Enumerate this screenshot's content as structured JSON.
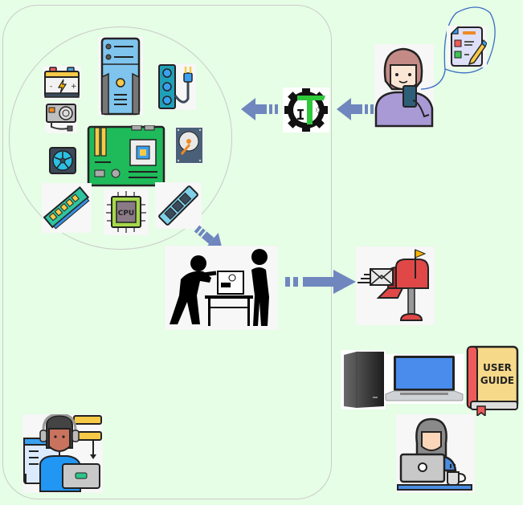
{
  "diagram": {
    "title": "",
    "colors": {
      "background": "#e6fde6",
      "arrow": "#6f86bf",
      "container_border": "#c9cdc9",
      "loop": "#3a6cc4"
    },
    "hardware_group": {
      "components": [
        {
          "id": "battery",
          "icon": "battery-icon"
        },
        {
          "id": "pc-tower",
          "icon": "pc-tower-icon"
        },
        {
          "id": "power-strip",
          "icon": "power-strip-icon"
        },
        {
          "id": "power-supply",
          "icon": "power-supply-icon"
        },
        {
          "id": "motherboard",
          "icon": "motherboard-icon"
        },
        {
          "id": "hard-drive",
          "icon": "hard-drive-icon"
        },
        {
          "id": "cooling-fan",
          "icon": "cooling-fan-icon"
        },
        {
          "id": "ram",
          "icon": "ram-icon"
        },
        {
          "id": "cpu",
          "icon": "cpu-icon",
          "label": "CPU"
        },
        {
          "id": "ssd",
          "icon": "ssd-icon"
        }
      ]
    },
    "nodes": {
      "it_logo": {
        "icon": "it-gear-logo-icon",
        "text_i": "I",
        "text_t": "T"
      },
      "customer": {
        "icon": "woman-with-phone-icon"
      },
      "order_form": {
        "icon": "checklist-form-icon"
      },
      "technicians": {
        "icon": "technicians-assembling-icon"
      },
      "mailbox": {
        "icon": "mailbox-delivery-icon"
      },
      "desktop": {
        "icon": "desktop-tower-icon"
      },
      "laptop": {
        "icon": "laptop-icon"
      },
      "user_guide": {
        "icon": "user-guide-book-icon",
        "line1": "USER",
        "line2": "GUIDE"
      },
      "remote_worker": {
        "icon": "woman-at-laptop-icon"
      },
      "support_agent": {
        "icon": "support-agent-headset-icon"
      }
    },
    "arrows": [
      {
        "from": "customer",
        "to": "it_logo",
        "direction": "left"
      },
      {
        "from": "it_logo",
        "to": "hardware_group",
        "direction": "left"
      },
      {
        "from": "hardware_group",
        "to": "technicians",
        "direction": "down-right"
      },
      {
        "from": "technicians",
        "to": "mailbox",
        "direction": "right"
      }
    ]
  }
}
